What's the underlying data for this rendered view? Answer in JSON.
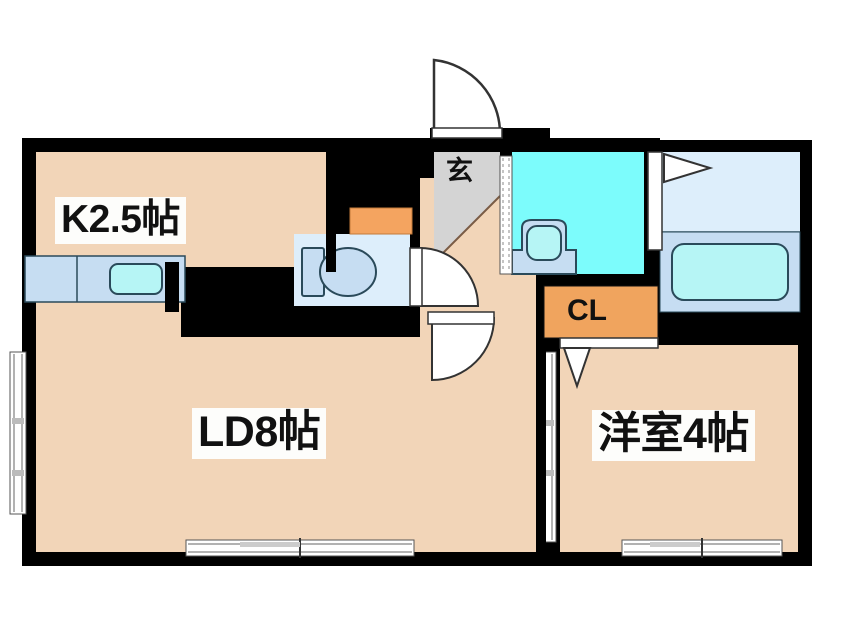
{
  "plan": {
    "type": "apartment-floor-plan",
    "units": "jou (tatami mats)",
    "rooms": [
      {
        "id": "kitchen",
        "label": "K2.5帖",
        "size": "2.5",
        "fill": "#f2d5b8"
      },
      {
        "id": "ld",
        "label": "LD8帖",
        "size": "8",
        "fill": "#f2d5b8"
      },
      {
        "id": "washitsu",
        "label": "洋室4帖",
        "size": "4",
        "fill": "#f2d5b8"
      },
      {
        "id": "genkan",
        "label": "玄",
        "size": "",
        "fill": "#d4d4d4"
      },
      {
        "id": "closet",
        "label": "CL",
        "size": "",
        "fill": "#f0a45e"
      }
    ],
    "fixtures": [
      {
        "id": "kitchen-counter",
        "name": "kitchen-counter-with-sink"
      },
      {
        "id": "toilet",
        "name": "toilet"
      },
      {
        "id": "washbasin",
        "name": "washbasin-vanity"
      },
      {
        "id": "bathtub",
        "name": "bathtub"
      },
      {
        "id": "shelf",
        "name": "overhead-shelf"
      }
    ],
    "openings": [
      {
        "id": "entrance-door",
        "name": "entrance-swing-door"
      },
      {
        "id": "toilet-door",
        "name": "toilet-swing-door"
      },
      {
        "id": "ld-door",
        "name": "living-swing-door"
      },
      {
        "id": "bath-door",
        "name": "bathroom-door"
      },
      {
        "id": "closet-door",
        "name": "closet-folding-door"
      },
      {
        "id": "window-left",
        "name": "window"
      },
      {
        "id": "window-ld-bottom",
        "name": "sliding-window"
      },
      {
        "id": "window-room-bottom",
        "name": "sliding-window"
      },
      {
        "id": "window-right",
        "name": "window"
      }
    ],
    "colors": {
      "wall": "#000000",
      "floor": "#f2d5b8",
      "genkan_tile": "#d4d4d4",
      "wet_area": "#7cfcfc",
      "bath_area": "#ddeefb",
      "fixture_blue": "#c6ddf2",
      "fixture_cyan": "#b6f5f5",
      "closet_orange": "#f0a45e",
      "shelf_orange": "#f4a460",
      "outline": "#2a4a5a",
      "background": "#ffffff"
    }
  }
}
